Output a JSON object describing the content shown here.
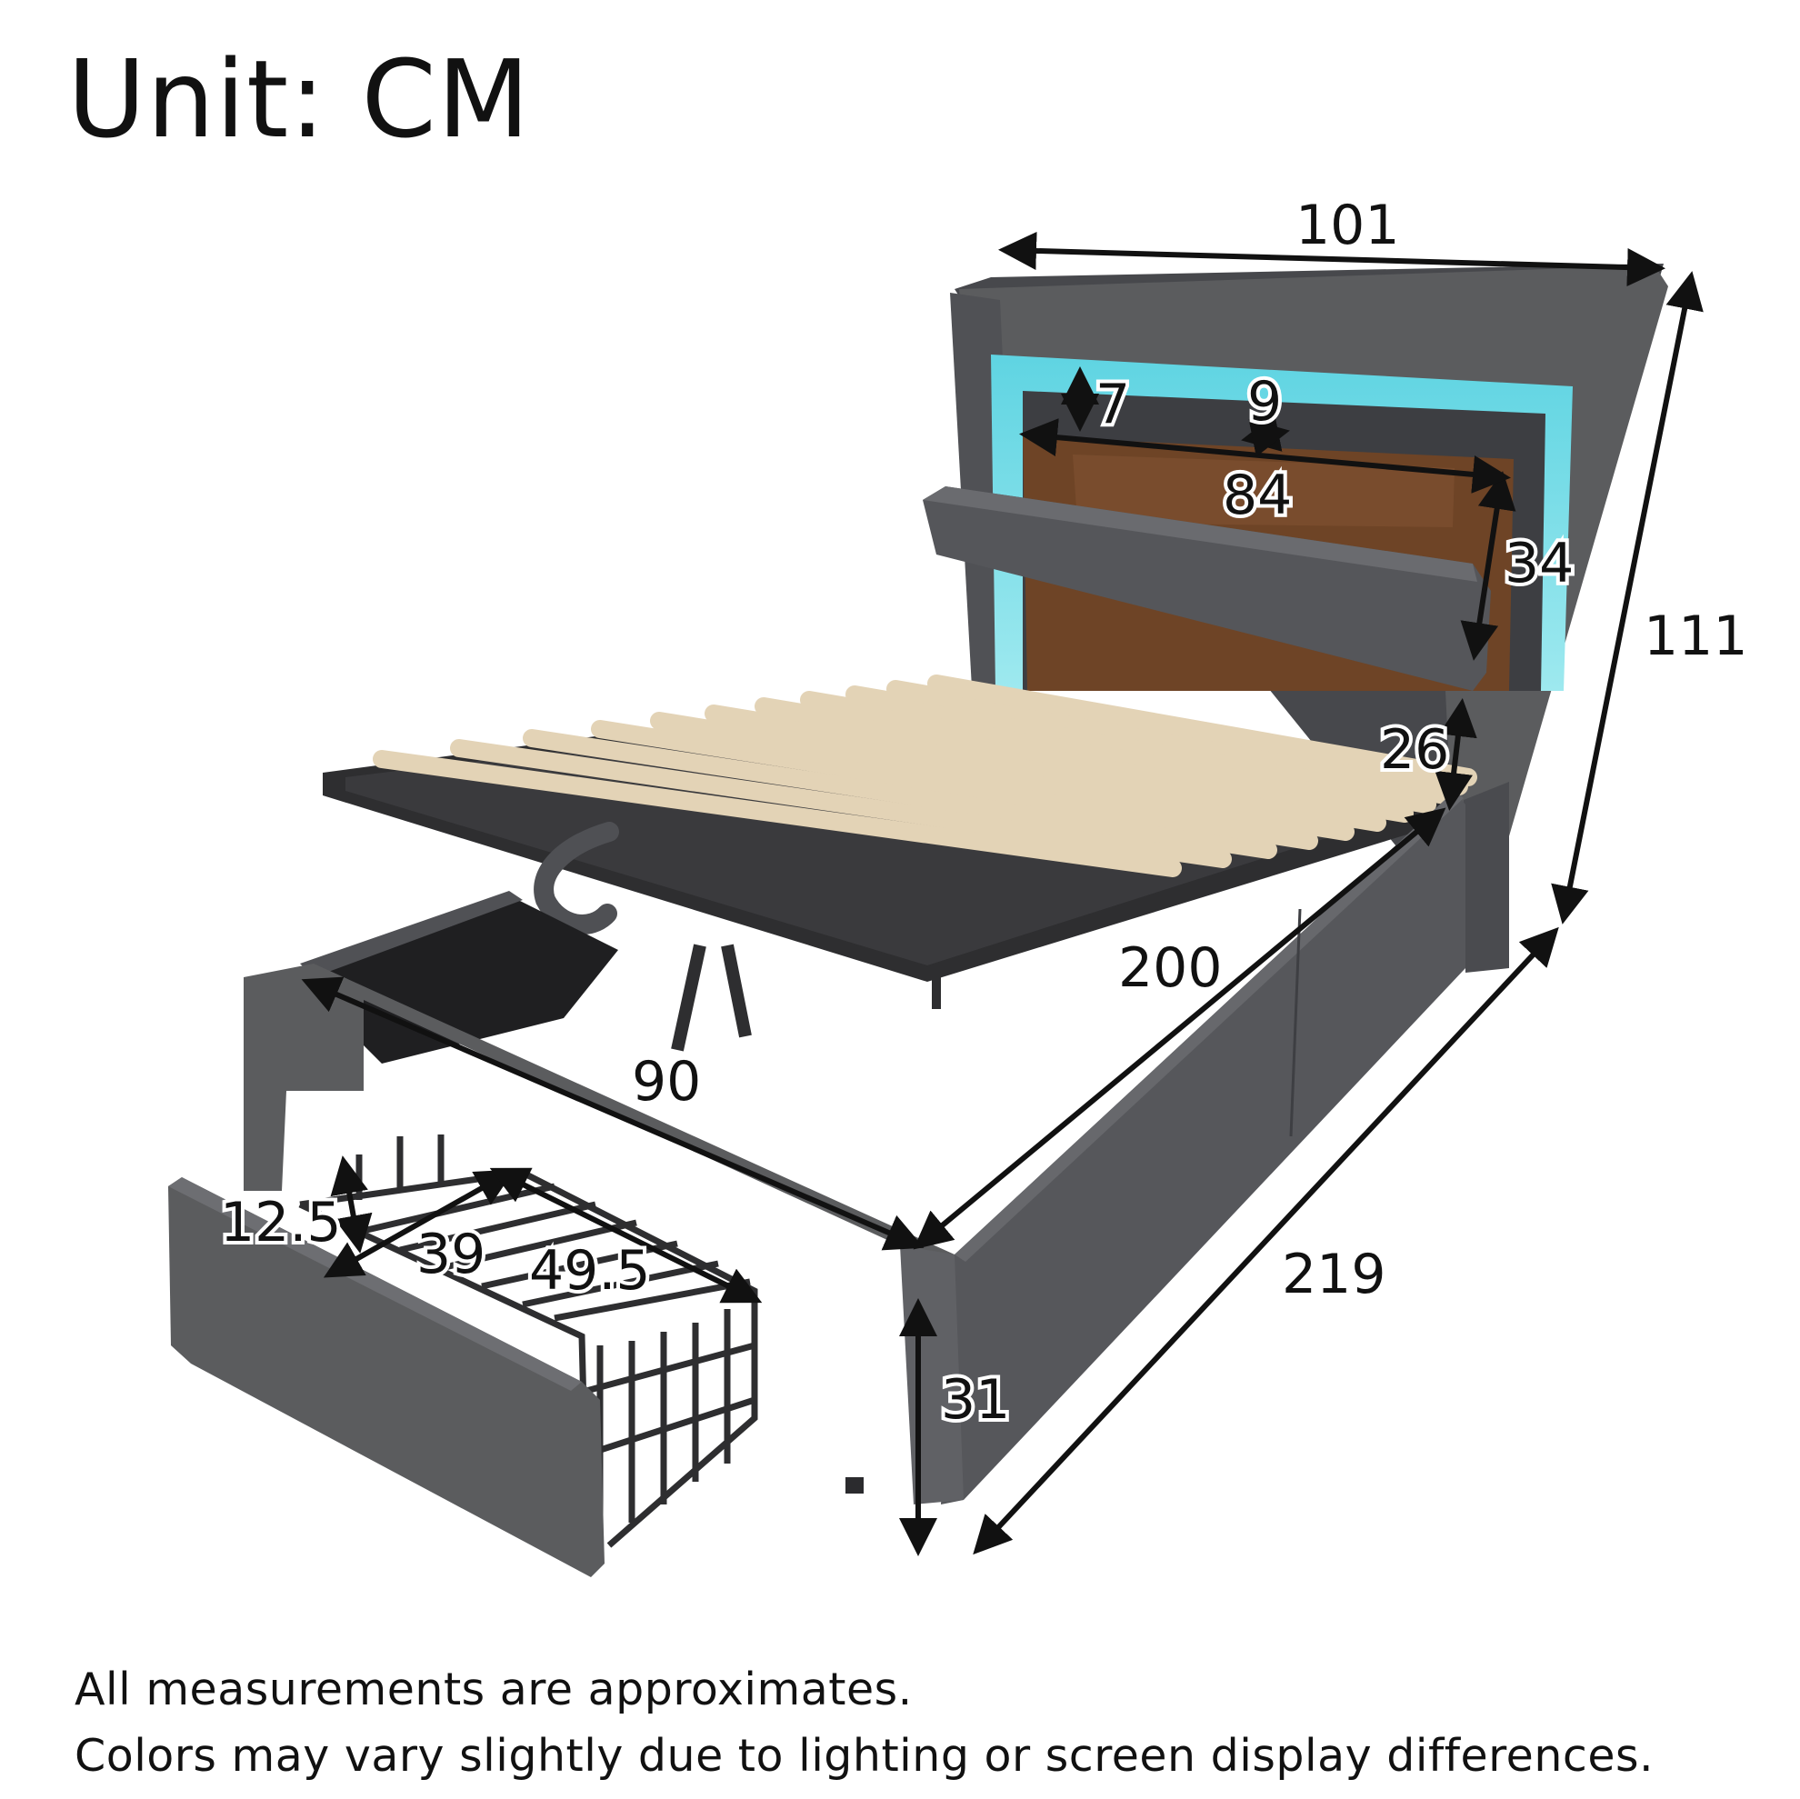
{
  "header": {
    "unit_label": "Unit: CM"
  },
  "dimensions": {
    "total_width": "101",
    "total_height": "111",
    "total_length": "219",
    "mattress_length": "200",
    "mattress_width": "90",
    "shelf_height": "7",
    "shelf_depth": "9",
    "shelf_width": "84",
    "storage_height": "34",
    "headboard_to_frame": "26",
    "frame_height": "31",
    "drawer_height": "12.5",
    "drawer_width": "39",
    "drawer_depth": "49.5"
  },
  "footer": {
    "line1": "All measurements are approximates.",
    "line2": "Colors may vary slightly due to lighting or screen display differences."
  },
  "colors": {
    "upholstery": "#5b5c5e",
    "upholstery_dark": "#45464a",
    "slat": "#e3d3b6",
    "metal": "#2e2e30",
    "led_glow": "#7fe0ea",
    "wood_panel": "#6e4426"
  }
}
